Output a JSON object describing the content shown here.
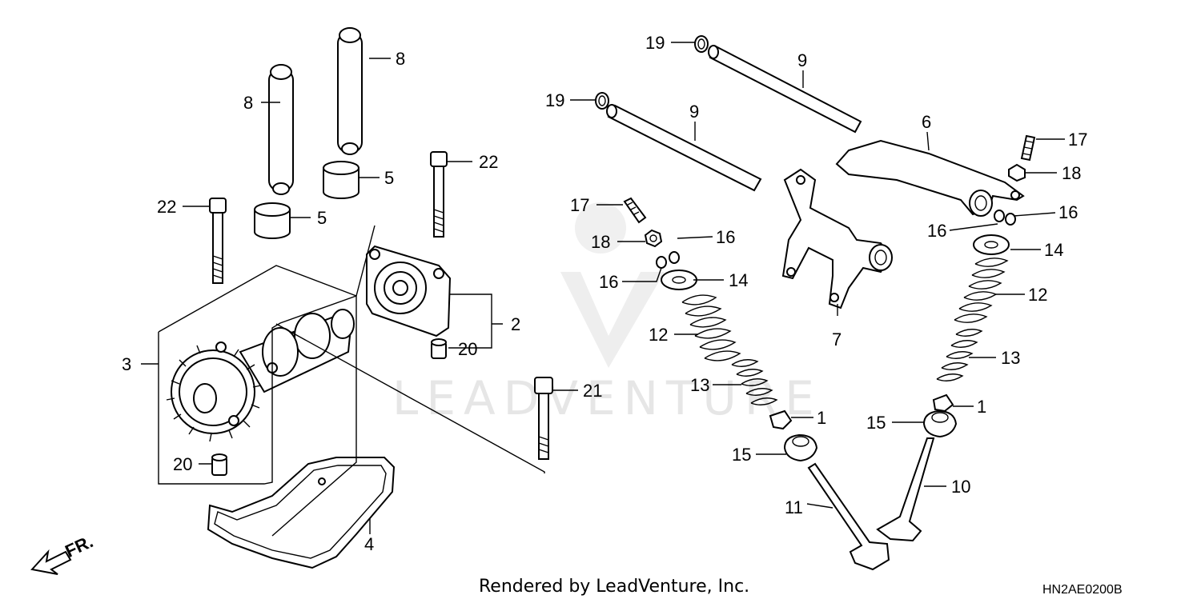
{
  "diagram": {
    "watermark_text": "LEADVENTURE",
    "footer": "Rendered by LeadVenture, Inc.",
    "code": "HN2AE0200B",
    "front_marker": "FR.",
    "callouts": {
      "c8a": "8",
      "c8b": "8",
      "c5a": "5",
      "c5b": "5",
      "c22a": "22",
      "c22b": "22",
      "c2": "2",
      "c20a": "20",
      "c20b": "20",
      "c3": "3",
      "c21": "21",
      "c4": "4",
      "c19a": "19",
      "c19b": "19",
      "c9a": "9",
      "c9b": "9",
      "c17a": "17",
      "c18a": "18",
      "c16a": "16",
      "c16b": "16",
      "c14a": "14",
      "c12a": "12",
      "c13a": "13",
      "c1a": "1",
      "c15a": "15",
      "c11": "11",
      "c6": "6",
      "c7": "7",
      "c17b": "17",
      "c18b": "18",
      "c16c": "16",
      "c16d": "16",
      "c14b": "14",
      "c12b": "12",
      "c13b": "13",
      "c1b": "1",
      "c15b": "15",
      "c10": "10"
    }
  }
}
